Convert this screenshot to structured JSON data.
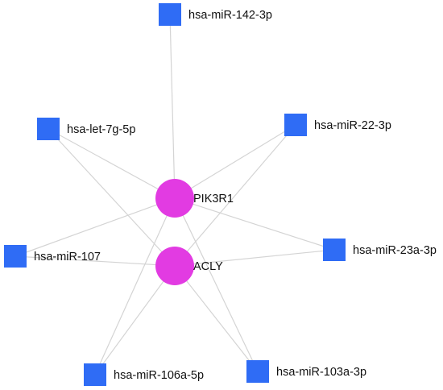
{
  "network": {
    "colors": {
      "gene": "#e23be2",
      "mirna": "#2f6cf5",
      "edge": "#d4d4d4"
    },
    "genes": [
      {
        "id": "pik3r1",
        "label": "PIK3R1"
      },
      {
        "id": "acly",
        "label": "ACLY"
      }
    ],
    "mirnas": [
      {
        "id": "mir142",
        "label": "hsa-miR-142-3p"
      },
      {
        "id": "let7g",
        "label": "hsa-let-7g-5p"
      },
      {
        "id": "mir22",
        "label": "hsa-miR-22-3p"
      },
      {
        "id": "mir107",
        "label": "hsa-miR-107"
      },
      {
        "id": "mir23a",
        "label": "hsa-miR-23a-3p"
      },
      {
        "id": "mir106a",
        "label": "hsa-miR-106a-5p"
      },
      {
        "id": "mir103a",
        "label": "hsa-miR-103a-3p"
      }
    ],
    "edges": [
      [
        "pik3r1",
        "mir142"
      ],
      [
        "pik3r1",
        "let7g"
      ],
      [
        "pik3r1",
        "mir22"
      ],
      [
        "pik3r1",
        "mir107"
      ],
      [
        "pik3r1",
        "mir23a"
      ],
      [
        "pik3r1",
        "mir106a"
      ],
      [
        "pik3r1",
        "mir103a"
      ],
      [
        "acly",
        "let7g"
      ],
      [
        "acly",
        "mir22"
      ],
      [
        "acly",
        "mir107"
      ],
      [
        "acly",
        "mir23a"
      ],
      [
        "acly",
        "mir106a"
      ],
      [
        "acly",
        "mir103a"
      ]
    ]
  }
}
